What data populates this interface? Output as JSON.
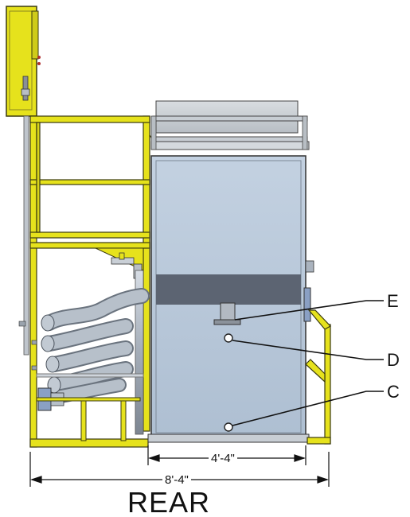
{
  "view_label": "REAR",
  "dimensions": {
    "inner_width": "4'-4\"",
    "overall_width": "8'-4\""
  },
  "callouts": {
    "e": "E",
    "d": "D",
    "c": "C"
  },
  "colors": {
    "frame_yellow": "#e6e21c",
    "tank_blue": "#b3c4d7",
    "tank_band": "#5c6472",
    "pipe_gray": "#a9b2bd"
  }
}
